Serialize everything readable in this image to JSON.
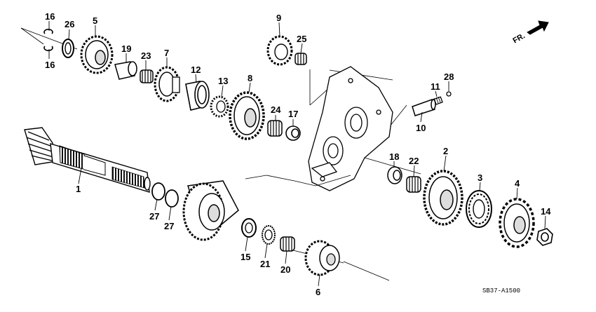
{
  "diagram": {
    "code": "SB37-A1500",
    "direction_label": "FR.",
    "callouts": [
      {
        "id": "c16a",
        "text": "16"
      },
      {
        "id": "c16b",
        "text": "16"
      },
      {
        "id": "c26",
        "text": "26"
      },
      {
        "id": "c5",
        "text": "5"
      },
      {
        "id": "c19",
        "text": "19"
      },
      {
        "id": "c23",
        "text": "23"
      },
      {
        "id": "c7",
        "text": "7"
      },
      {
        "id": "c12",
        "text": "12"
      },
      {
        "id": "c13",
        "text": "13"
      },
      {
        "id": "c8",
        "text": "8"
      },
      {
        "id": "c9",
        "text": "9"
      },
      {
        "id": "c25",
        "text": "25"
      },
      {
        "id": "c24",
        "text": "24"
      },
      {
        "id": "c17",
        "text": "17"
      },
      {
        "id": "c11",
        "text": "11"
      },
      {
        "id": "c28",
        "text": "28"
      },
      {
        "id": "c10",
        "text": "10"
      },
      {
        "id": "c1",
        "text": "1"
      },
      {
        "id": "c27a",
        "text": "27"
      },
      {
        "id": "c27b",
        "text": "27"
      },
      {
        "id": "c18",
        "text": "18"
      },
      {
        "id": "c22",
        "text": "22"
      },
      {
        "id": "c2",
        "text": "2"
      },
      {
        "id": "c3",
        "text": "3"
      },
      {
        "id": "c4",
        "text": "4"
      },
      {
        "id": "c14",
        "text": "14"
      },
      {
        "id": "c15",
        "text": "15"
      },
      {
        "id": "c21",
        "text": "21"
      },
      {
        "id": "c20",
        "text": "20"
      },
      {
        "id": "c6",
        "text": "6"
      }
    ]
  }
}
